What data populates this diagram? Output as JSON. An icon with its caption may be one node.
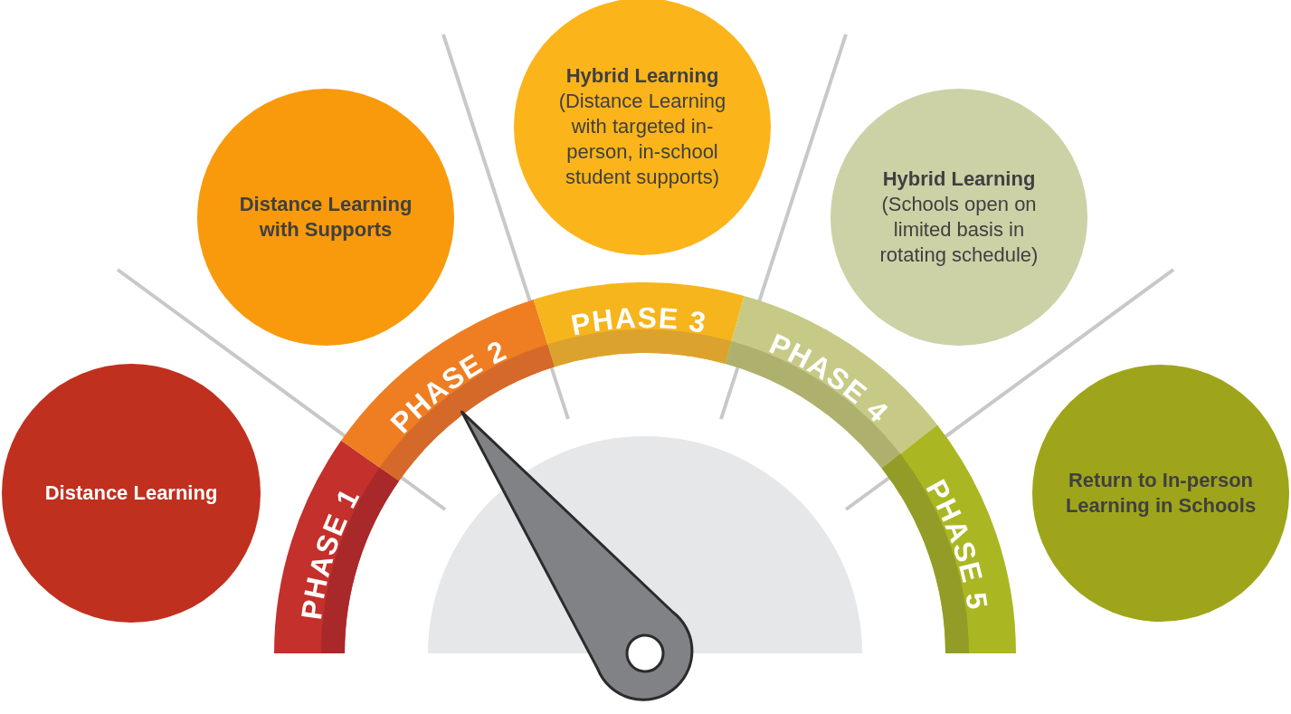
{
  "diagram": {
    "nodes": [
      {
        "text": [
          "Distance Learning"
        ]
      },
      {
        "text": [
          "Distance Learning with Supports"
        ]
      },
      {
        "text": [
          "Hybrid Learning",
          "(Distance Learning with targeted  in-person, in-school student supports)"
        ]
      },
      {
        "text": [
          "Hybrid Learning",
          "(Schools open on limited basis in rotating schedule)"
        ]
      },
      {
        "text": [
          "Return to In-person Learning in Schools"
        ]
      },
      {
        "text": [
          "PHASE 1"
        ]
      },
      {
        "text": [
          "PHASE 2"
        ]
      },
      {
        "text": [
          "PHASE 3"
        ]
      },
      {
        "text": [
          "PHASE 4"
        ]
      },
      {
        "text": [
          "PHASE 5"
        ]
      }
    ]
  }
}
